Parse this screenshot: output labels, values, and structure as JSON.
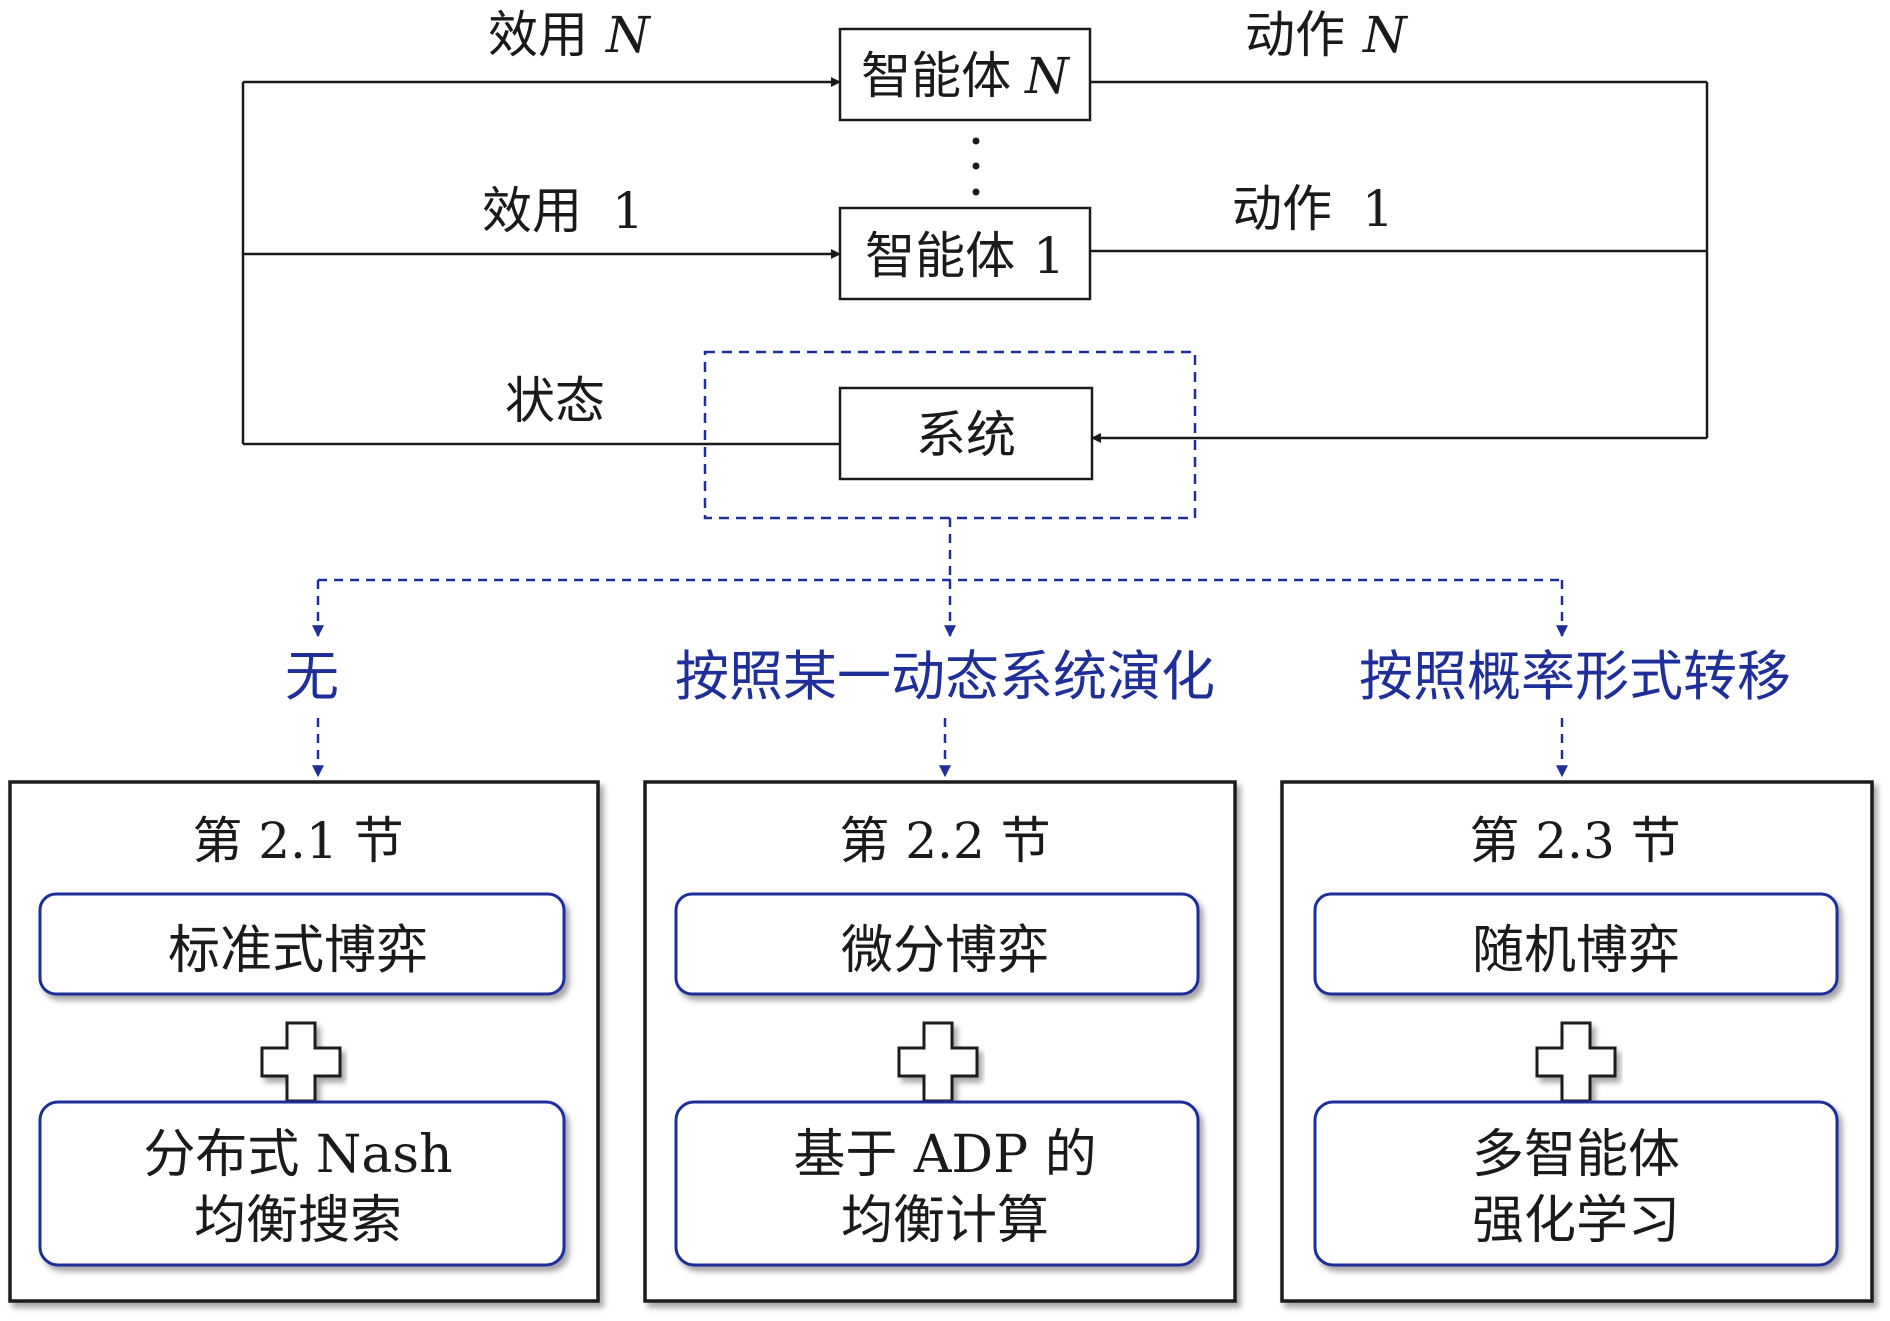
{
  "colors": {
    "line": "#1a1a1a",
    "dashed": "#1f2f9a",
    "branch_text": "#1f2f9a",
    "rounded_border": "#1f2f9a"
  },
  "top": {
    "agent_n": {
      "prefix": "智能体",
      "var": "N"
    },
    "agent_1": {
      "prefix": "智能体",
      "var": "1"
    },
    "system": "系统",
    "utility_n": {
      "prefix": "效用",
      "var": "N"
    },
    "utility_1": {
      "prefix": "效用",
      "var": "1"
    },
    "action_n": {
      "prefix": "动作",
      "var": "N"
    },
    "action_1": {
      "prefix": "动作",
      "var": "1"
    },
    "state": "状态"
  },
  "branches": [
    {
      "label": "无",
      "section": "第 2.1 节",
      "top_box": "标准式博弈",
      "bottom_lines": [
        "分布式 Nash",
        "均衡搜索"
      ]
    },
    {
      "label": "按照某一动态系统演化",
      "section": "第 2.2 节",
      "top_box": "微分博弈",
      "bottom_lines": [
        "基于 ADP 的",
        "均衡计算"
      ]
    },
    {
      "label": "按照概率形式转移",
      "section": "第 2.3 节",
      "top_box": "随机博弈",
      "bottom_lines": [
        "多智能体",
        "强化学习"
      ]
    }
  ]
}
